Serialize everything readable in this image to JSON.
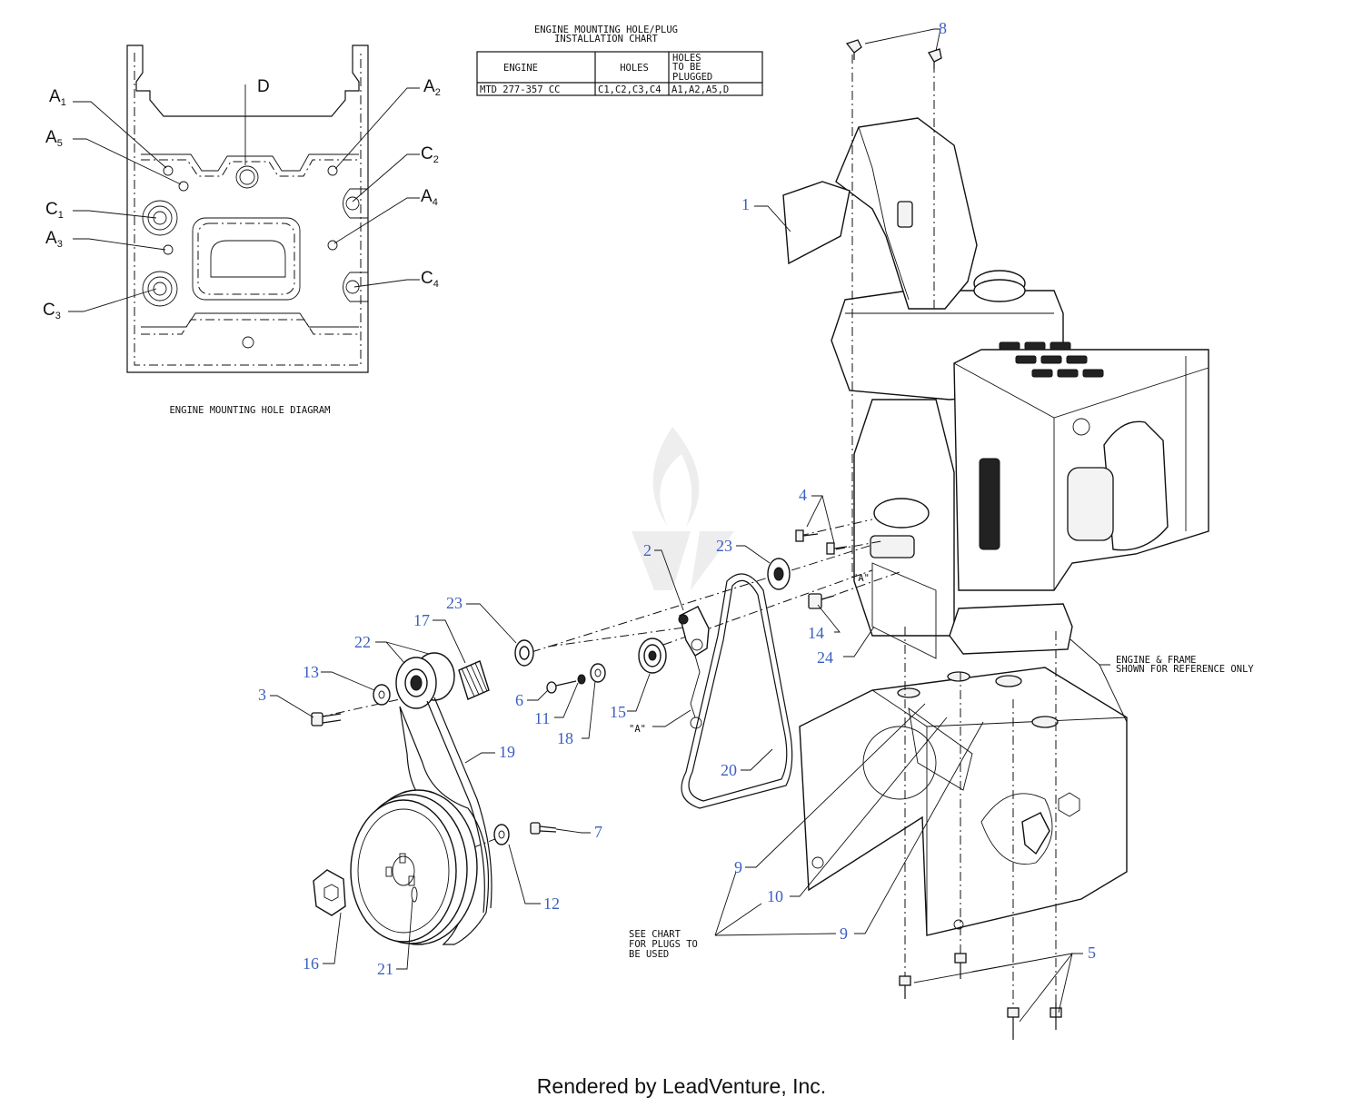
{
  "hole_diagram": {
    "caption": "ENGINE MOUNTING HOLE DIAGRAM",
    "labels": [
      {
        "id": "A1",
        "main": "A",
        "sub": "1"
      },
      {
        "id": "A5",
        "main": "A",
        "sub": "5"
      },
      {
        "id": "C1",
        "main": "C",
        "sub": "1"
      },
      {
        "id": "A3",
        "main": "A",
        "sub": "3"
      },
      {
        "id": "C3",
        "main": "C",
        "sub": "3"
      },
      {
        "id": "D",
        "main": "D",
        "sub": ""
      },
      {
        "id": "A2",
        "main": "A",
        "sub": "2"
      },
      {
        "id": "C2",
        "main": "C",
        "sub": "2"
      },
      {
        "id": "A4",
        "main": "A",
        "sub": "4"
      },
      {
        "id": "C4",
        "main": "C",
        "sub": "4"
      }
    ]
  },
  "chart": {
    "title_line1": "ENGINE MOUNTING HOLE/PLUG",
    "title_line2": "INSTALLATION CHART",
    "headers": [
      "ENGINE",
      "HOLES",
      "HOLES\nTO BE\nPLUGGED"
    ],
    "header_col3_lines": [
      "HOLES",
      "TO BE",
      "PLUGGED"
    ],
    "row": {
      "engine": "MTD 277-357 CC",
      "holes": "C1,C2,C3,C4",
      "plugged": "A1,A2,A5,D"
    }
  },
  "callouts": [
    "1",
    "2",
    "3",
    "4",
    "5",
    "6",
    "7",
    "8",
    "9",
    "10",
    "11",
    "12",
    "13",
    "14",
    "15",
    "16",
    "17",
    "18",
    "19",
    "20",
    "21",
    "22",
    "23",
    "24"
  ],
  "notes": {
    "engine_frame_line1": "ENGINE & FRAME",
    "engine_frame_line2": "SHOWN FOR REFERENCE ONLY",
    "see_chart_line1": "SEE CHART",
    "see_chart_line2": "FOR PLUGS TO",
    "see_chart_line3": "BE USED",
    "point_a": "\"A\""
  },
  "footer": "Rendered by LeadVenture, Inc."
}
